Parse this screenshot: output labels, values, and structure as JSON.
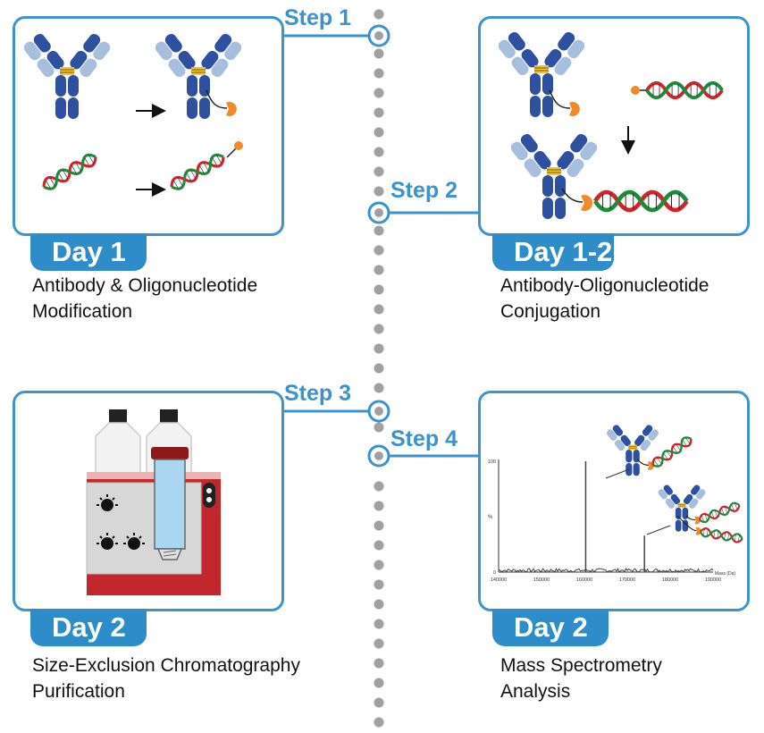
{
  "steps": [
    {
      "label": "Step 1",
      "day": "Day 1",
      "caption_line1": "Antibody & Oligonucleotide",
      "caption_line2": "Modification"
    },
    {
      "label": "Step 2",
      "day": "Day 1-2",
      "caption_line1": "Antibody-Oligonucleotide",
      "caption_line2": "Conjugation"
    },
    {
      "label": "Step 3",
      "day": "Day 2",
      "caption_line1": "Size-Exclusion Chromatography",
      "caption_line2": "Purification"
    },
    {
      "label": "Step 4",
      "day": "Day 2",
      "caption_line1": "Mass Spectrometry",
      "caption_line2": "Analysis"
    }
  ],
  "colors": {
    "accent_blue": "#3a93cd",
    "antibody_heavy": "#2f4f9f",
    "antibody_light": "#a7bedd",
    "linker_orange": "#f08a2c",
    "dna_red": "#d2232a",
    "dna_green": "#1f8a3c",
    "instrument_red": "#c1272d"
  },
  "mass_spec": {
    "chart_data": {
      "type": "line",
      "xlabel": "Mass (Da)",
      "ylabel": "%",
      "xlim": [
        140000,
        190000
      ],
      "ylim": [
        0,
        100
      ],
      "x_ticks": [
        "140000",
        "150000",
        "160000",
        "170000",
        "180000",
        "190000"
      ],
      "y_ticks": [
        "0",
        "100"
      ],
      "peaks": [
        {
          "x": 160300,
          "y": 100
        },
        {
          "x": 174000,
          "y": 33
        }
      ]
    }
  }
}
